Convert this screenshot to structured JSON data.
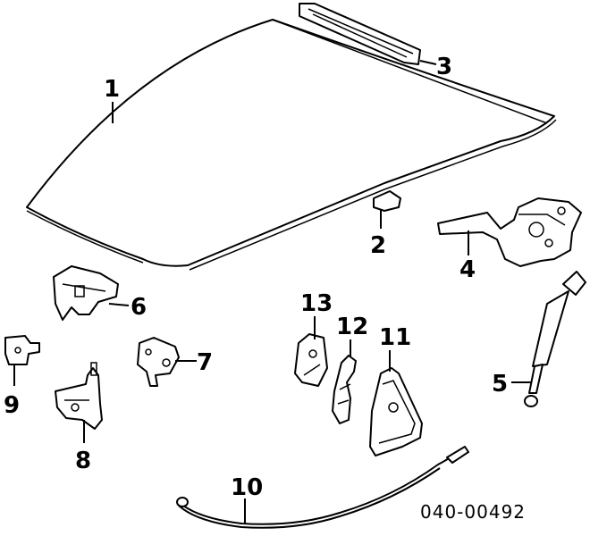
{
  "callouts": {
    "c1": "1",
    "c2": "2",
    "c3": "3",
    "c4": "4",
    "c5": "5",
    "c6": "6",
    "c7": "7",
    "c8": "8",
    "c9": "9",
    "c10": "10",
    "c11": "11",
    "c12": "12",
    "c13": "13"
  },
  "reference_number": "040-00492"
}
